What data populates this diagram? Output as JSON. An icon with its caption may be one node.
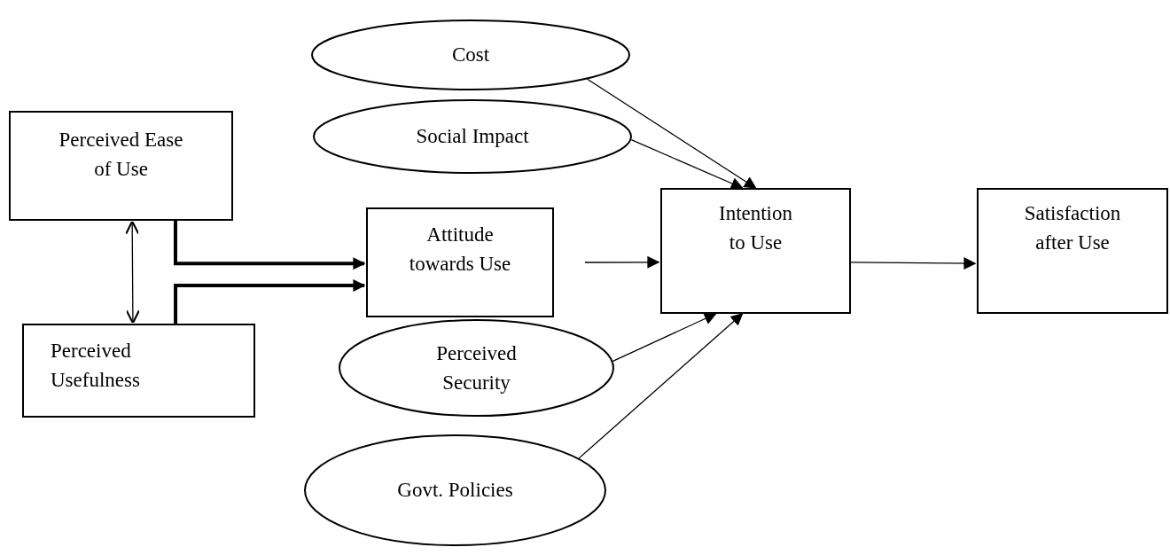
{
  "diagram": {
    "nodes": [
      {
        "text": [
          "Cost"
        ]
      },
      {
        "text": [
          "Social Impact"
        ]
      },
      {
        "text": [
          "Perceived Ease of Use"
        ]
      },
      {
        "text": [
          "Perceived Usefulness"
        ]
      },
      {
        "text": [
          "Attitude towards Use"
        ]
      },
      {
        "text": [
          "Intention to Use"
        ]
      },
      {
        "text": [
          "Satisfaction after Use"
        ]
      },
      {
        "text": [
          "Perceived Security"
        ]
      },
      {
        "text": [
          "Govt. Policies"
        ]
      }
    ],
    "edges": [
      {
        "from": 0,
        "to": 5,
        "arrow": "to"
      },
      {
        "from": 1,
        "to": 5,
        "arrow": "to"
      },
      {
        "from": 2,
        "to": 3,
        "arrow": "both"
      },
      {
        "from": 2,
        "to": 4,
        "arrow": "to",
        "style": "thick"
      },
      {
        "from": 3,
        "to": 4,
        "arrow": "to",
        "style": "thick"
      },
      {
        "from": 4,
        "to": 5,
        "arrow": "to"
      },
      {
        "from": 5,
        "to": 6,
        "arrow": "to"
      },
      {
        "from": 7,
        "to": 5,
        "arrow": "to"
      },
      {
        "from": 8,
        "to": 5,
        "arrow": "to"
      }
    ]
  }
}
